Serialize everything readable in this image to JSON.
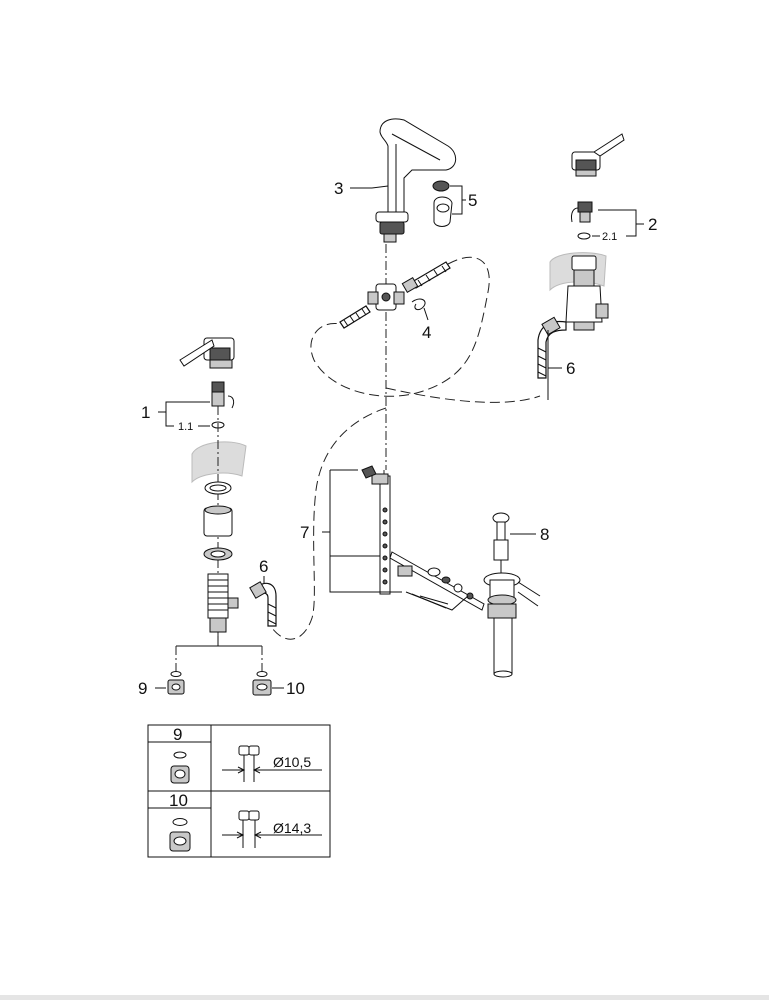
{
  "labels": {
    "l1": "1",
    "l1_1": "1.1",
    "l2": "2",
    "l2_1": "2.1",
    "l3": "3",
    "l4": "4",
    "l5": "5",
    "l6a": "6",
    "l6b": "6",
    "l7": "7",
    "l8": "8",
    "l9": "9",
    "l10": "10"
  },
  "table": {
    "rows": [
      {
        "number": "9",
        "diameter": "Ø10,5"
      },
      {
        "number": "10",
        "diameter": "Ø14,3"
      }
    ]
  }
}
